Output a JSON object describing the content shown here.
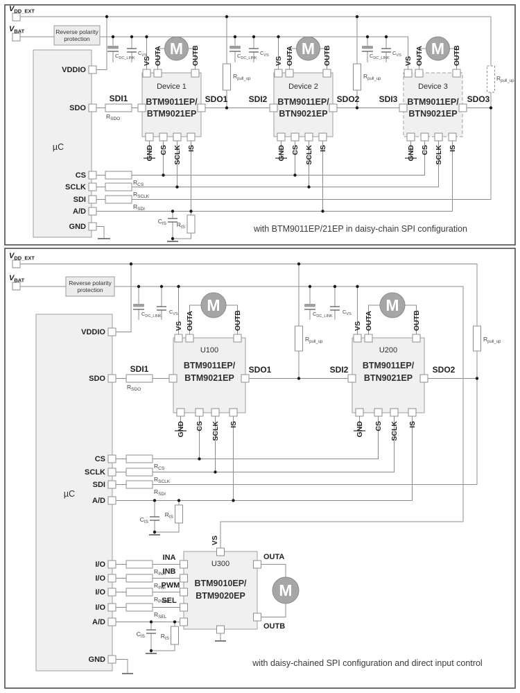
{
  "colors": {
    "wire": "#8c8c8c",
    "block_fill": "#f0f0f0",
    "block_stroke": "#9e9e9e",
    "motor_fill": "#a6a6a6",
    "junction_dot": "#1a1a1a",
    "panel_border": "#4d4d4d"
  },
  "shared": {
    "mcu_label": "µC",
    "motor_label": "M",
    "rpp": {
      "line1": "Reverse polarity",
      "line2": "protection"
    },
    "pins": {
      "vs": "VS",
      "outa": "OUTA",
      "outb": "OUTB",
      "gnd": "GND",
      "cs": "CS",
      "sclk": "SCLK",
      "is": "IS"
    },
    "refs": {
      "vdd_ext": {
        "b": "V",
        "s": "DD_EXT"
      },
      "vbat": {
        "b": "V",
        "s": "BAT"
      },
      "c_dc_link": {
        "b": "C",
        "s": "DC_LINK"
      },
      "c_vs": {
        "b": "C",
        "s": "VS"
      },
      "r_pull_up": {
        "b": "R",
        "s": "pull_up"
      },
      "r_sdo": {
        "b": "R",
        "s": "SDO"
      },
      "r_cs": {
        "b": "R",
        "s": "CS"
      },
      "r_sclk": {
        "b": "R",
        "s": "SCLK"
      },
      "r_sdi": {
        "b": "R",
        "s": "SDI"
      },
      "c_is": {
        "b": "C",
        "s": "IS"
      },
      "r_is": {
        "b": "R",
        "s": "IS"
      },
      "r_ina": {
        "b": "R",
        "s": "INA"
      },
      "r_inb": {
        "b": "R",
        "s": "INB"
      },
      "r_pwm": {
        "b": "R",
        "s": "PWM"
      },
      "r_sel": {
        "b": "R",
        "s": "SEL"
      }
    }
  },
  "panel1": {
    "caption": "with BTM9011EP/21EP in daisy-chain SPI configuration",
    "mcu_pins": [
      "VDDIO",
      "SDO",
      "CS",
      "SCLK",
      "SDI",
      "A/D",
      "GND"
    ],
    "devices": [
      {
        "name": "Device 1",
        "part1": "BTM9011EP/",
        "part2": "BTM9021EP"
      },
      {
        "name": "Device 2",
        "part1": "BTM9011EP/",
        "part2": "BTN9021EP"
      },
      {
        "name": "Device 3",
        "part1": "BTM9011EP/",
        "part2": "BTN9021EP"
      }
    ],
    "nets": {
      "sdi1": "SDI1",
      "sdo1": "SDO1",
      "sdi2": "SDI2",
      "sdo2": "SDO2",
      "sdi3": "SDI3",
      "sdo3": "SDO3"
    }
  },
  "panel2": {
    "caption": "with daisy-chained SPI configuration and direct input control",
    "mcu_pins": [
      "VDDIO",
      "SDO",
      "CS",
      "SCLK",
      "SDI",
      "A/D",
      "I/O",
      "I/O",
      "I/O",
      "I/O",
      "A/D",
      "GND"
    ],
    "devices": [
      {
        "name": "U100",
        "part1": "BTM9011EP/",
        "part2": "BTM9021EP"
      },
      {
        "name": "U200",
        "part1": "BTM9011EP/",
        "part2": "BTN9021EP"
      },
      {
        "name": "U300",
        "part1": "BTM9010EP/",
        "part2": "BTM9020EP"
      }
    ],
    "nets": {
      "sdi1": "SDI1",
      "sdo1": "SDO1",
      "sdi2": "SDI2",
      "sdo2": "SDO2"
    },
    "inputs": {
      "ina": "INA",
      "inb": "INB",
      "pwm": "PWM",
      "sel": "SEL"
    }
  }
}
